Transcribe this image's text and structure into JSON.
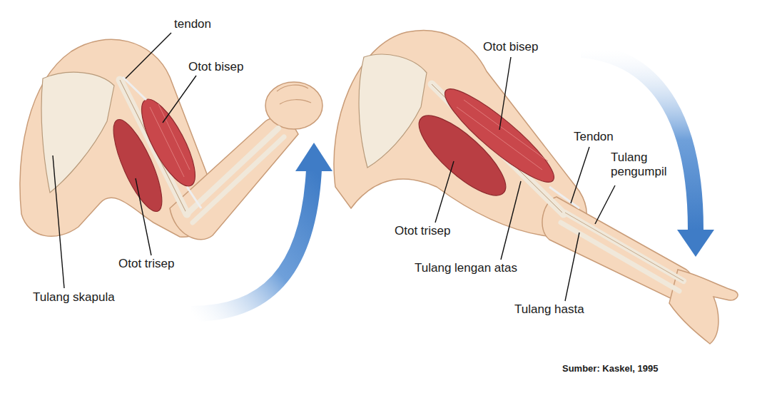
{
  "diagram": {
    "caption": "Sumber: Kaskel, 1995",
    "labels": [
      "tendon",
      "Otot bisep",
      "Otot trisep",
      "Tulang skapula",
      "Otot bisep",
      "Tendon",
      "Tulang pengumpil",
      "Otot trisep",
      "Tulang lengan atas",
      "Tulang hasta"
    ]
  }
}
